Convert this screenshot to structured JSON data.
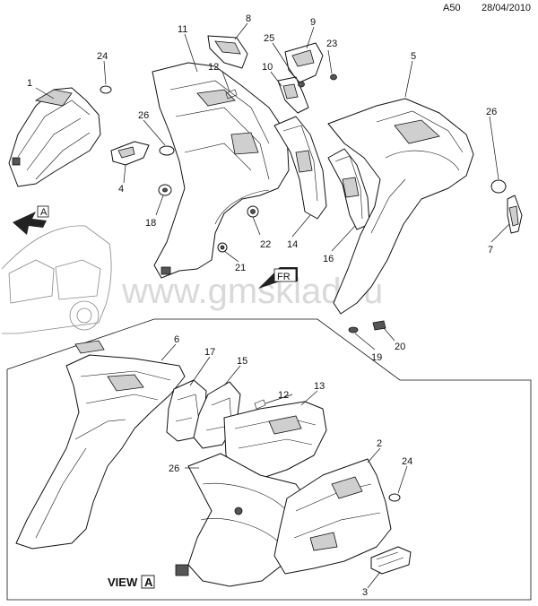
{
  "header": {
    "code": "A50",
    "date": "28/04/2010"
  },
  "watermark": "www.gmsklad.ru",
  "view_label": {
    "word": "VIEW",
    "letter": "A"
  },
  "arrow_labels": {
    "view_a": "A",
    "front": "FR"
  },
  "callouts": [
    "1",
    "2",
    "3",
    "4",
    "5",
    "6",
    "7",
    "8",
    "9",
    "10",
    "11",
    "12",
    "12",
    "13",
    "14",
    "15",
    "16",
    "17",
    "18",
    "19",
    "20",
    "21",
    "22",
    "23",
    "24",
    "24",
    "25",
    "26",
    "26",
    "26"
  ]
}
